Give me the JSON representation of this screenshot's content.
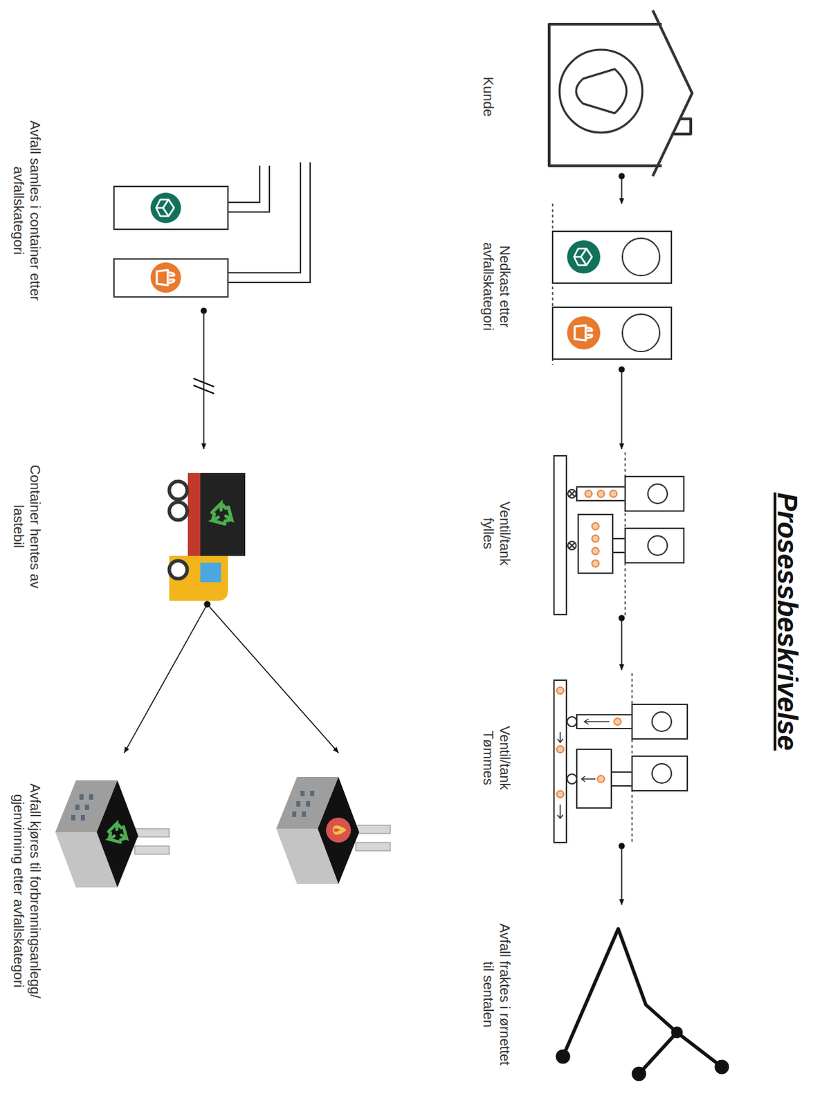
{
  "diagram": {
    "title": "Prosessbeskrivelse",
    "nodes": [
      {
        "text": [
          "Kunde"
        ]
      },
      {
        "text": [
          "Nedkast etter avfallskategori"
        ]
      },
      {
        "text": [
          "Ventil/tank fylles"
        ]
      },
      {
        "text": [
          "Ventil/tank Tømmes"
        ]
      },
      {
        "text": [
          "Avfall fraktes i rørnettet til sentalen"
        ]
      },
      {
        "text": [
          "Avfall samles i container etter avfallskategori"
        ]
      },
      {
        "text": [
          "Container hentes av lastebil"
        ]
      },
      {
        "text": [
          "Avfall kjøres til forbrenningsanlegg/ gjenvinning etter avfallskategori"
        ]
      }
    ],
    "edges": [
      {
        "from": 0,
        "to": 1,
        "arrow": "to"
      },
      {
        "from": 1,
        "to": 2,
        "arrow": "to"
      },
      {
        "from": 2,
        "to": 3,
        "arrow": "to"
      },
      {
        "from": 3,
        "to": 4,
        "arrow": "to"
      },
      {
        "from": 5,
        "to": 6,
        "arrow": "to"
      },
      {
        "from": 6,
        "to": 7,
        "arrow": "to"
      },
      {
        "from": 6,
        "to": 7,
        "arrow": "to"
      }
    ]
  }
}
